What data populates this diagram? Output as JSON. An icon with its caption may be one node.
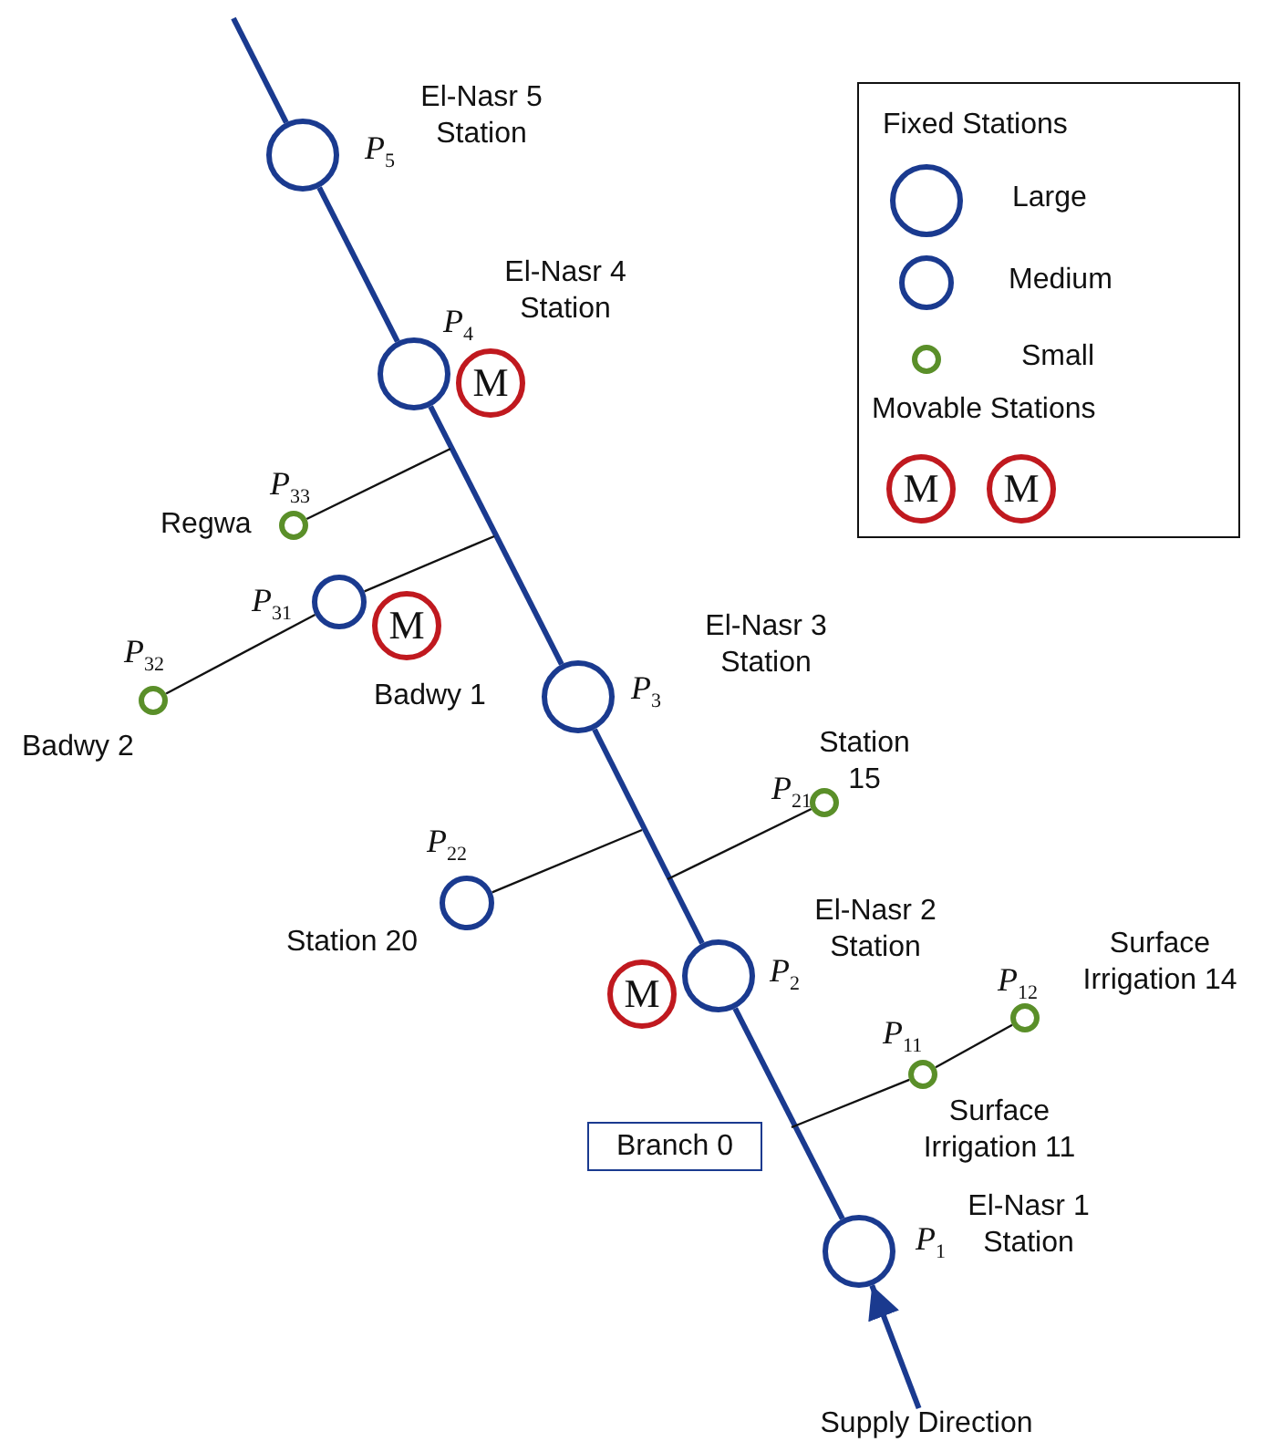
{
  "diagram": {
    "nodes": [
      {
        "text": [],
        "shape": "circle",
        "beside": [
          "*P*$_{5}$",
          "El-Nasr 5 Station"
        ]
      },
      {
        "text": [],
        "shape": "circle",
        "beside": [
          "*P*$_{4}$",
          "El-Nasr 4 Station"
        ]
      },
      {
        "text": [
          "M"
        ]
      },
      {
        "text": [],
        "shape": "circle",
        "beside": [
          "*P*$_{33}$",
          "Regwa"
        ]
      },
      {
        "text": [],
        "shape": "circle",
        "beside": [
          "*P*$_{31}$"
        ]
      },
      {
        "text": [
          "M"
        ],
        "beside": [
          "Badwy 1"
        ]
      },
      {
        "text": [],
        "shape": "circle",
        "beside": [
          "*P*$_{3}$",
          "El-Nasr 3 Station"
        ]
      },
      {
        "text": [],
        "shape": "circle",
        "beside": [
          "*P*$_{32}$",
          "Badwy 2"
        ]
      },
      {
        "text": [],
        "shape": "circle",
        "beside": [
          "*P*$_{21}$",
          "Station 15"
        ]
      },
      {
        "text": [],
        "shape": "circle",
        "beside": [
          "*P*$_{22}$",
          "Station 20"
        ]
      },
      {
        "text": [],
        "shape": "circle",
        "beside": [
          "*P*$_{2}$",
          "El-Nasr 2 Station"
        ]
      },
      {
        "text": [
          "M"
        ]
      },
      {
        "text": [],
        "shape": "circle",
        "beside": [
          "*P*$_{12}$",
          "Surface Irrigation 14"
        ]
      },
      {
        "text": [],
        "shape": "circle",
        "beside": [
          "*P*$_{11}$",
          "Surface Irrigation 11"
        ]
      },
      {
        "text": [
          "Branch 0"
        ]
      },
      {
        "text": [],
        "shape": "circle",
        "beside": [
          "*P*$_{1}$",
          "El-Nasr 1 Station"
        ]
      },
      {
        "text": [
          "Supply Direction"
        ]
      }
    ],
    "edges": [
      {
        "from": 16,
        "to": 15,
        "arrow": "to",
        "style": "thick",
        "color": "#1a3a8f"
      },
      {
        "from": 15,
        "to": 10,
        "arrow": "none",
        "style": "thick",
        "color": "#1a3a8f"
      },
      {
        "from": 10,
        "to": 6,
        "arrow": "none",
        "style": "thick",
        "color": "#1a3a8f"
      },
      {
        "from": 6,
        "to": 1,
        "arrow": "none",
        "style": "thick",
        "color": "#1a3a8f"
      },
      {
        "from": 1,
        "to": 0,
        "arrow": "none",
        "style": "thick",
        "color": "#1a3a8f"
      },
      {
        "from": 0,
        "to": null,
        "arrow": "none",
        "style": "thick",
        "color": "#1a3a8f"
      },
      {
        "from": null,
        "to": 13,
        "arrow": "none"
      },
      {
        "from": 13,
        "to": 12,
        "arrow": "none"
      },
      {
        "from": null,
        "to": 8,
        "arrow": "none"
      },
      {
        "from": null,
        "to": 9,
        "arrow": "none"
      },
      {
        "from": null,
        "to": 4,
        "arrow": "none"
      },
      {
        "from": 4,
        "to": 7,
        "arrow": "none"
      },
      {
        "from": null,
        "to": 3,
        "arrow": "none"
      }
    ],
    "labels": [
      "Fixed Stations",
      "Movable Stations",
      "M",
      "M"
    ],
    "legend": [
      {
        "text": "Large"
      },
      {
        "text": "Medium"
      },
      {
        "text": "Small"
      }
    ]
  }
}
